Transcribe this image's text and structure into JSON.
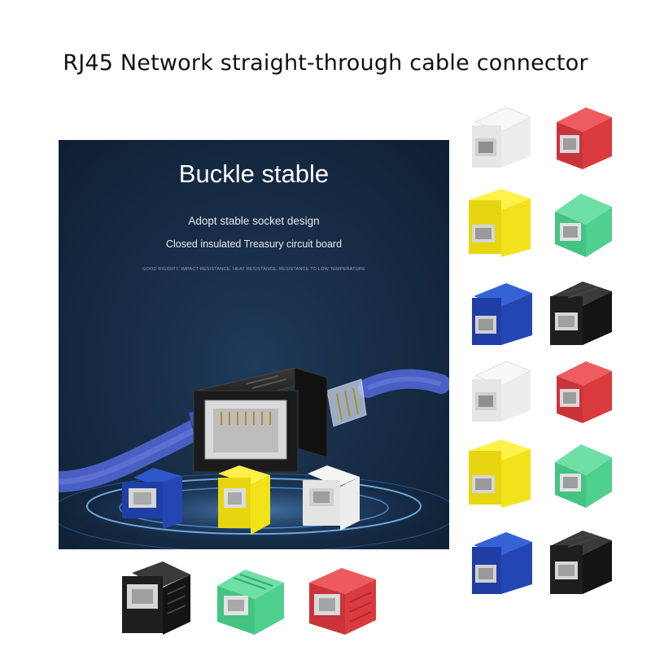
{
  "page": {
    "title": "RJ45 Network straight-through cable connector"
  },
  "hero": {
    "headline": "Buckle stable",
    "subline_1": "Adopt stable socket design",
    "subline_2": "Closed insulated Treasury circuit board",
    "fine_print": "GOOD RIGIDITY, IMPACT RESISTANCE, HEAT RESISTANCE, RESISTANCE TO LOW TEMPERATURE"
  },
  "colors": {
    "hero_background": "#172d47",
    "cable_blue": "#4a5fc4",
    "connector_white": "#e6e6e6",
    "connector_red": "#d93b3f",
    "connector_yellow": "#f2e21a",
    "connector_green": "#4fd08f",
    "connector_blue": "#2446b5",
    "connector_black": "#1e1e1e"
  },
  "product_swatches": [
    {
      "color": "white"
    },
    {
      "color": "red"
    },
    {
      "color": "yellow"
    },
    {
      "color": "green"
    },
    {
      "color": "blue"
    },
    {
      "color": "black"
    },
    {
      "color": "white"
    },
    {
      "color": "red"
    },
    {
      "color": "yellow"
    },
    {
      "color": "green"
    },
    {
      "color": "blue"
    },
    {
      "color": "black"
    }
  ],
  "bottom_swatches": [
    {
      "color": "black"
    },
    {
      "color": "green"
    },
    {
      "color": "red"
    }
  ]
}
